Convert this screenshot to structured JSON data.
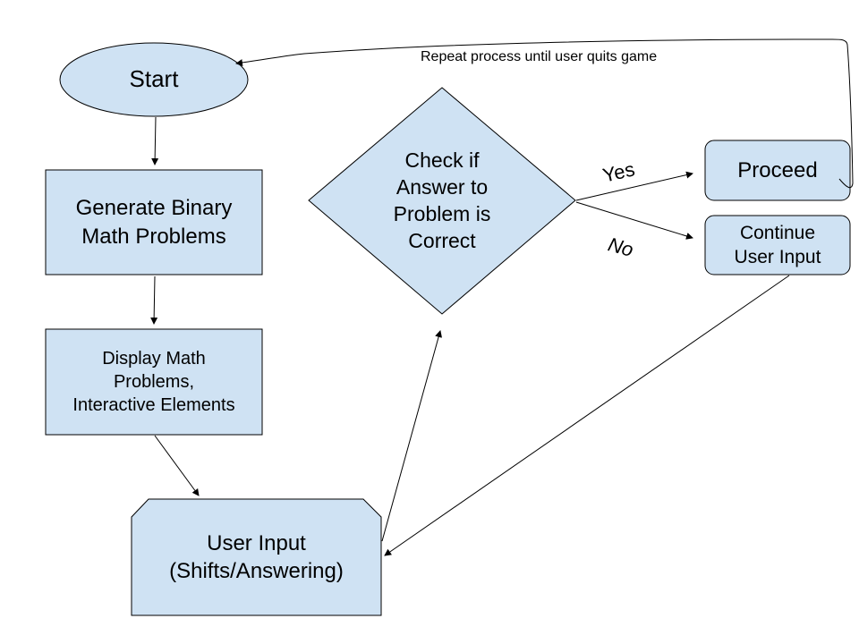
{
  "diagram": {
    "type": "flowchart",
    "colors": {
      "node_fill": "#cfe2f3",
      "node_stroke": "#000000",
      "edge": "#000000"
    },
    "nodes": {
      "start": {
        "label": "Start",
        "shape": "ellipse"
      },
      "generate": {
        "label": "Generate Binary\nMath Problems",
        "shape": "rectangle"
      },
      "display": {
        "label": "Display Math\nProblems,\nInteractive Elements",
        "shape": "rectangle"
      },
      "user_input": {
        "label": "User Input\n(Shifts/Answering)",
        "shape": "snipped-rectangle"
      },
      "check": {
        "label": "Check if\nAnswer to\nProblem is\nCorrect",
        "shape": "diamond"
      },
      "proceed": {
        "label": "Proceed",
        "shape": "rounded-rectangle"
      },
      "continue": {
        "label": "Continue\nUser Input",
        "shape": "rounded-rectangle"
      }
    },
    "edges": [
      {
        "from": "start",
        "to": "generate",
        "label": ""
      },
      {
        "from": "generate",
        "to": "display",
        "label": ""
      },
      {
        "from": "display",
        "to": "user_input",
        "label": ""
      },
      {
        "from": "user_input",
        "to": "check",
        "label": ""
      },
      {
        "from": "check",
        "to": "proceed",
        "label": "Yes"
      },
      {
        "from": "check",
        "to": "continue",
        "label": "No"
      },
      {
        "from": "continue",
        "to": "user_input",
        "label": ""
      },
      {
        "from": "proceed",
        "to": "start",
        "label": "Repeat process until user quits game"
      }
    ]
  }
}
